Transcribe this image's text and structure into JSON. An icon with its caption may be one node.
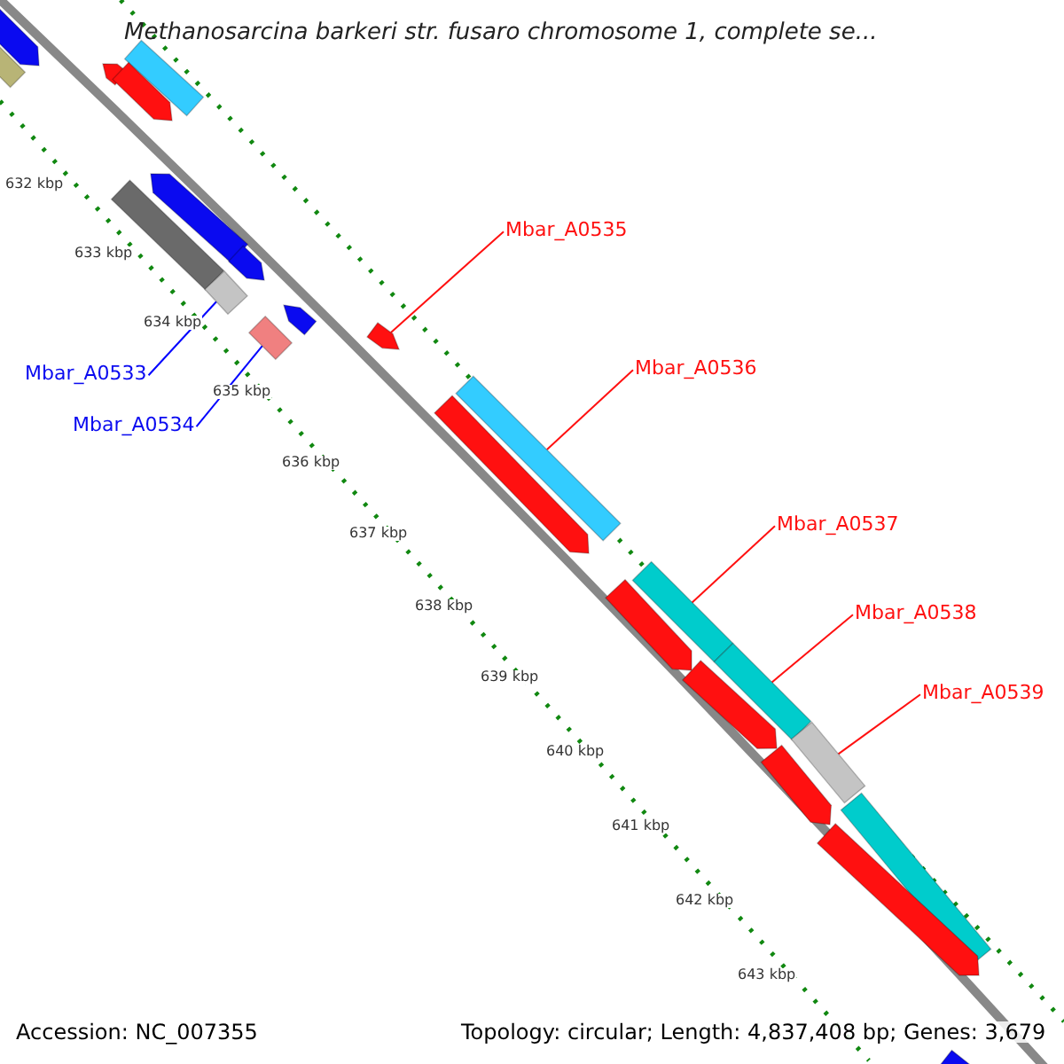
{
  "diagram": {
    "title": "Methanosarcina barkeri str. fusaro chromosome 1, complete se...",
    "nodes": [
      {
        "text": [
          "Mbar_A0533"
        ]
      },
      {
        "text": [
          "Mbar_A0534"
        ]
      },
      {
        "text": [
          "Mbar_A0535"
        ]
      },
      {
        "text": [
          "Mbar_A0536"
        ]
      },
      {
        "text": [
          "Mbar_A0537"
        ]
      },
      {
        "text": [
          "Mbar_A0538"
        ]
      },
      {
        "text": [
          "Mbar_A0539"
        ]
      },
      {
        "text": [],
        "shape": "arrow"
      },
      {
        "text": [],
        "shape": "bar"
      },
      {
        "text": [],
        "shape": "bar"
      },
      {
        "text": [],
        "shape": "arrow"
      },
      {
        "text": [],
        "shape": "arrow"
      },
      {
        "text": [],
        "shape": "arrow"
      },
      {
        "text": [],
        "shape": "bar"
      },
      {
        "text": [],
        "shape": "arrow"
      },
      {
        "text": [],
        "shape": "bar"
      },
      {
        "text": [],
        "shape": "arrow"
      },
      {
        "text": [],
        "shape": "bar"
      },
      {
        "text": [],
        "shape": "arrow"
      },
      {
        "text": [],
        "shape": "bar"
      },
      {
        "text": [],
        "shape": "arrow"
      },
      {
        "text": [],
        "shape": "bar"
      },
      {
        "text": [],
        "shape": "arrow"
      },
      {
        "text": [],
        "shape": "bar"
      },
      {
        "text": [],
        "shape": "arrow"
      },
      {
        "text": [],
        "shape": "bar"
      },
      {
        "text": [],
        "shape": "arrow"
      },
      {
        "text": [],
        "shape": "bar"
      },
      {
        "text": [],
        "shape": "arrow"
      },
      {
        "text": [],
        "shape": "arrow"
      }
    ],
    "edges": [
      {
        "from": 0,
        "to": 15,
        "arrow": "none",
        "color": "#0000ff"
      },
      {
        "from": 1,
        "to": 17,
        "arrow": "none",
        "color": "#0000ff"
      },
      {
        "from": 2,
        "to": 18,
        "arrow": "none"
      },
      {
        "from": 3,
        "to": 19,
        "arrow": "none"
      },
      {
        "from": 4,
        "to": 21,
        "arrow": "none"
      },
      {
        "from": 5,
        "to": 23,
        "arrow": "none"
      },
      {
        "from": 6,
        "to": 25,
        "arrow": "none"
      }
    ],
    "labels": [
      "632 kbp",
      "633 kbp",
      "634 kbp",
      "635 kbp",
      "636 kbp",
      "637 kbp",
      "638 kbp",
      "639 kbp",
      "640 kbp",
      "641 kbp",
      "642 kbp",
      "643 kbp",
      "Accession: NC_007355",
      "Topology: circular; Length: 4,837,408 bp; Genes: 3,679"
    ]
  }
}
